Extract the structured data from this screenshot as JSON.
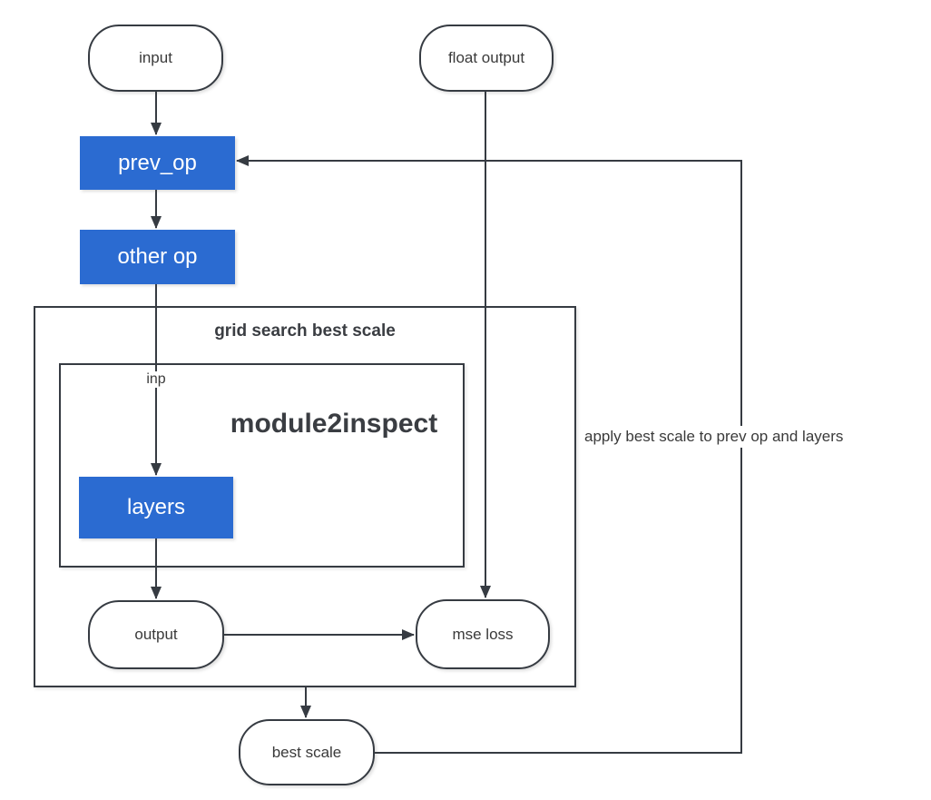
{
  "palette": {
    "accent": "#2b6bd1",
    "line": "#363b42",
    "text_dark": "#3a3a3a",
    "text_on_accent": "#ffffff",
    "background": "#ffffff"
  },
  "nodes": {
    "input": "input",
    "float_output": "float output",
    "prev_op": "prev_op",
    "other_op": "other op",
    "grid_search_container": "grid search best scale",
    "module2inspect": "module2inspect",
    "inp_port": "inp",
    "layers": "layers",
    "output": "output",
    "mse_loss": "mse loss",
    "best_scale": "best scale"
  },
  "annotations": {
    "feedback_edge": "apply best scale to prev op and layers"
  }
}
